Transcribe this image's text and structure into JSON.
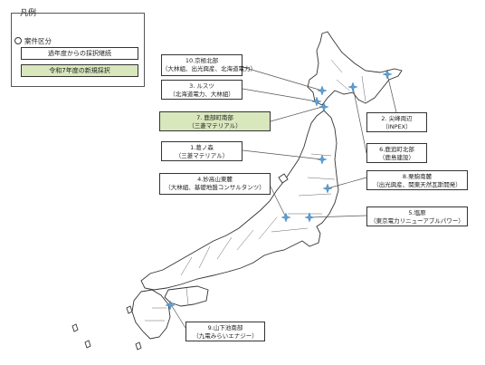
{
  "legend": {
    "title": "凡例",
    "subtitle": "案件区分",
    "continued_label": "過年度からの採択継続",
    "new_label": "令和7年度の新規採択",
    "colors": {
      "continued": "#ffffff",
      "new": "#d9e7bd"
    }
  },
  "sites": [
    {
      "label": "10.京極北部",
      "sub": "（大林組、出光興産、北海道電力）",
      "status": "continued"
    },
    {
      "label": "3. ルスツ",
      "sub": "（北海道電力、大林組）",
      "status": "continued"
    },
    {
      "label": "7. 鹿部町南部",
      "sub": "（三菱マテリアル）",
      "status": "new"
    },
    {
      "label": "1.葛ノ森",
      "sub": "（三菱マテリアル）",
      "status": "continued"
    },
    {
      "label": "4.妙高山東麓",
      "sub": "（大林組、基礎地盤コンサルタンツ）",
      "status": "continued"
    },
    {
      "label": "2. 尖峰周辺",
      "sub": "（INPEX）",
      "status": "continued"
    },
    {
      "label": "6.鹿追町北部",
      "sub": "（鹿島建設）",
      "status": "continued"
    },
    {
      "label": "8.栗駒南麓",
      "sub": "（出光興産、関東天然瓦斯開発）",
      "status": "continued"
    },
    {
      "label": "5.塩原",
      "sub": "（東京電力リニューアブルパワー）",
      "status": "continued"
    },
    {
      "label": "9.山下池南部",
      "sub": "（九電みらいエナジー）",
      "status": "continued"
    }
  ],
  "marker_icon": "snowflake-star-icon"
}
